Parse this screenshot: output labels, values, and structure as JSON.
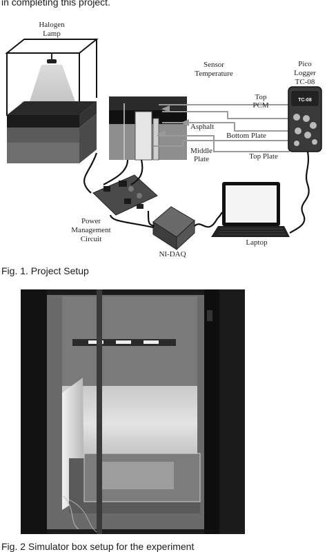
{
  "body_text": {
    "paragraph_tail": "in completing this project."
  },
  "figure1": {
    "caption": "Fig. 1. Project Setup",
    "labels": {
      "halogen_line1": "Halogen",
      "halogen_line2": "Lamp",
      "sensor_line1": "Sensor",
      "sensor_line2": "Temperature",
      "pico_line1": "Pico",
      "pico_line2": "Logger",
      "pico_line3": "TC-08",
      "top_pcm_line1": "Top",
      "top_pcm_line2": "PCM",
      "asphalt": "Asphalt",
      "bottom_plate": "Bottom Plate",
      "middle_line1": "Middle",
      "middle_line2": "Plate",
      "top_plate": "Top Plate",
      "power_line1": "Power",
      "power_line2": "Management",
      "power_line3": "Circuit",
      "laptop": "Laptop",
      "nidaq": "NI-DAQ",
      "device_badge": "TC-08"
    }
  },
  "figure2": {
    "caption": "Fig. 2 Simulator box setup for the experiment"
  }
}
